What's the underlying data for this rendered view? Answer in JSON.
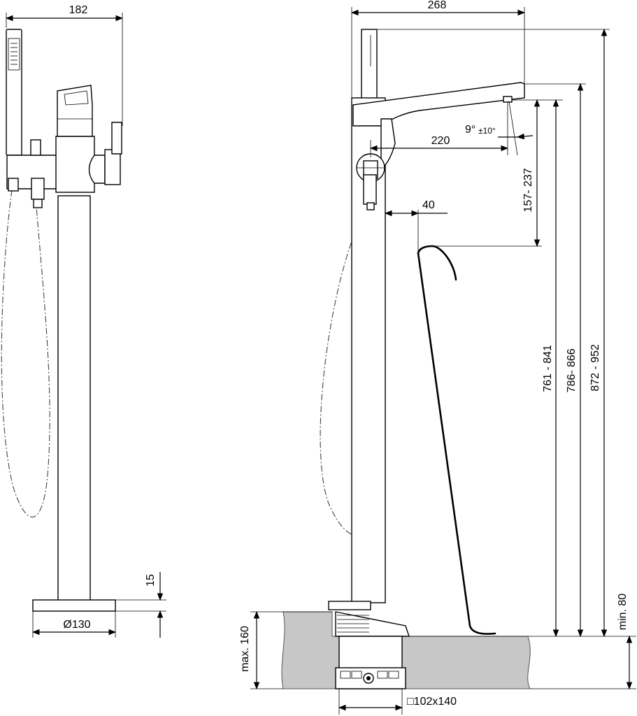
{
  "drawing": {
    "front_view": {
      "width_label": "182",
      "height_label": "15",
      "base_diameter_label": "Ø130"
    },
    "side_view": {
      "reach_label": "268",
      "spout_reach_label": "220",
      "angle_label": "9°",
      "angle_tolerance_label": "±10°",
      "offset_label": "40",
      "handle_range_label": "157- 237",
      "spout_height_label_1": "761 - 841",
      "spout_height_label_2": "786- 866",
      "total_height_label": "872 - 952",
      "min_label": "min. 80",
      "max_label": "max. 160",
      "box_label": "□102x140"
    }
  }
}
